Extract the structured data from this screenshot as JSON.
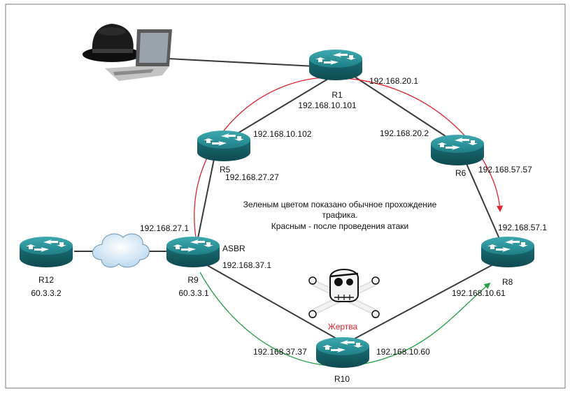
{
  "routers": {
    "r1": {
      "name": "R1",
      "ip": "192.168.10.101"
    },
    "r5": {
      "name": "R5"
    },
    "r6": {
      "name": "R6"
    },
    "r8": {
      "name": "R8"
    },
    "r9": {
      "name": "R9",
      "ip": "60.3.3.1",
      "role": "ASBR"
    },
    "r10": {
      "name": "R10"
    },
    "r12": {
      "name": "R12",
      "ip": "60.3.3.2"
    }
  },
  "interfaces": {
    "r1_to_r6": "192.168.20.1",
    "r6_to_r1": "192.168.20.2",
    "r5_to_r1": "192.168.10.102",
    "r5_to_r9": "192.168.27.27",
    "r9_to_r5": "192.168.27.1",
    "r9_to_r10": "192.168.37.1",
    "r10_to_r9": "192.168.37.37",
    "r10_to_r8": "192.168.10.60",
    "r8_to_r10": "192.168.10.61",
    "r6_to_r8": "192.168.57.57",
    "r8_to_r6": "192.168.57.1"
  },
  "victim_label": "Жертва",
  "legend": {
    "line1": "Зеленым цветом показано обычное прохождение",
    "line2": "трафика.",
    "line3": "Красным - после проведения атаки"
  },
  "colors": {
    "router_body": "#1f7f86",
    "link": "#3a3a3a",
    "attack_path": "#e0242b",
    "normal_path": "#27a046"
  },
  "icons": [
    "attacker-hat-icon",
    "laptop-icon",
    "cloud-icon",
    "skull-crossbones-icon",
    "router-icon"
  ]
}
